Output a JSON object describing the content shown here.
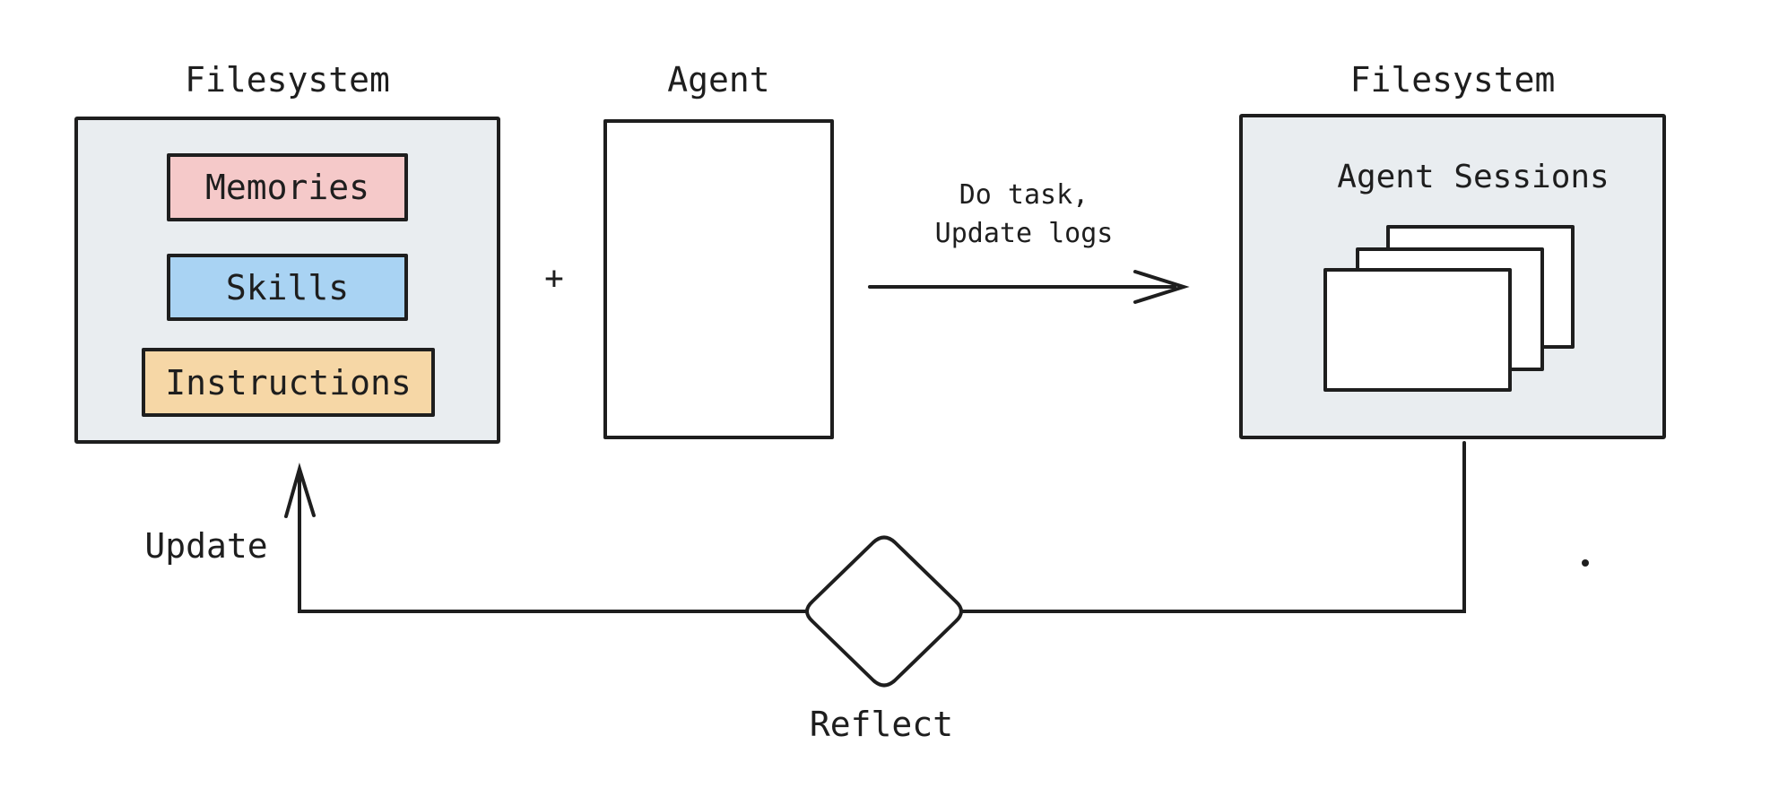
{
  "diagram": {
    "left_filesystem": {
      "title": "Filesystem",
      "items": [
        {
          "label": "Memories"
        },
        {
          "label": "Skills"
        },
        {
          "label": "Instructions"
        }
      ]
    },
    "plus": "+",
    "agent": {
      "title": "Agent"
    },
    "task_arrow": {
      "line1": "Do task,",
      "line2": "Update logs"
    },
    "right_filesystem": {
      "title": "Filesystem",
      "label": "Agent Sessions"
    },
    "update_arrow": {
      "label": "Update"
    },
    "reflect": {
      "label": "Reflect"
    },
    "colors": {
      "stroke": "#1e1e1e",
      "container_fill": "#e9edf0",
      "memories_fill": "#f5c9c9",
      "skills_fill": "#a9d3f3",
      "instructions_fill": "#f6d7a6",
      "card_fill": "#ffffff"
    }
  }
}
